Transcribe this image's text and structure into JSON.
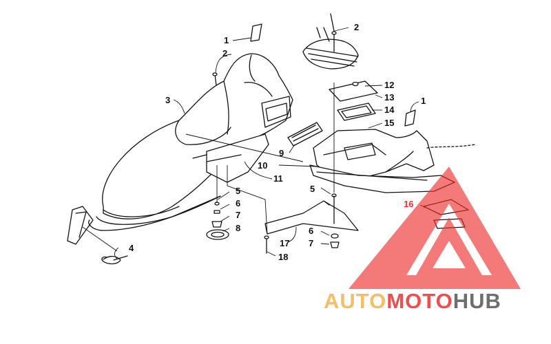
{
  "diagram": {
    "callouts": [
      {
        "id": "c1a",
        "label": "1"
      },
      {
        "id": "c2a",
        "label": "2"
      },
      {
        "id": "c3",
        "label": "3"
      },
      {
        "id": "c4",
        "label": "4"
      },
      {
        "id": "c5a",
        "label": "5"
      },
      {
        "id": "c6a",
        "label": "6"
      },
      {
        "id": "c7a",
        "label": "7"
      },
      {
        "id": "c8",
        "label": "8"
      },
      {
        "id": "c2b",
        "label": "2"
      },
      {
        "id": "c12",
        "label": "12"
      },
      {
        "id": "c13",
        "label": "13"
      },
      {
        "id": "c14",
        "label": "14"
      },
      {
        "id": "c15",
        "label": "15"
      },
      {
        "id": "c1b",
        "label": "1"
      },
      {
        "id": "c9",
        "label": "9"
      },
      {
        "id": "c10",
        "label": "10"
      },
      {
        "id": "c11",
        "label": "11"
      },
      {
        "id": "c5b",
        "label": "5"
      },
      {
        "id": "c16",
        "label": "16"
      },
      {
        "id": "c6b",
        "label": "6"
      },
      {
        "id": "c7b",
        "label": "7"
      },
      {
        "id": "c17",
        "label": "17"
      },
      {
        "id": "c18",
        "label": "18"
      }
    ]
  },
  "watermark": {
    "part1": "AUTO",
    "part2": "MOTO",
    "part3": "HUB",
    "colors": {
      "auto": "#f6b24a",
      "moto": "#ee2f2f",
      "hub": "#555555",
      "triangle": "#ee2f2f"
    }
  }
}
